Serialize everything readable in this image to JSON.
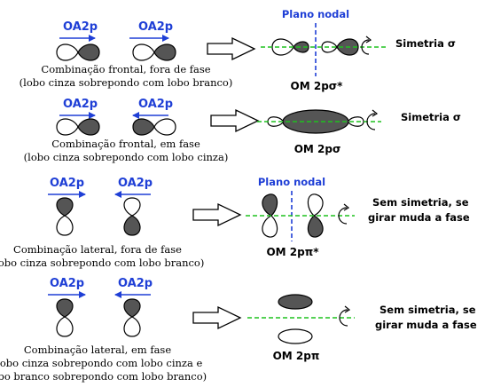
{
  "orbital_label": "OA2p",
  "colors": {
    "blue": "#1f3fd6",
    "green": "#1ec21e",
    "lobe_gray": "#555555",
    "lobe_white": "#ffffff",
    "stroke": "#000000"
  },
  "rows": [
    {
      "caption": [
        "Combinação frontal, fora de fase",
        "(lobo cinza sobrepondo com lobo branco)"
      ],
      "mo_label": "OM 2pσ*",
      "symmetry": [
        "Simetria σ"
      ],
      "nodal_plane": "Plano nodal"
    },
    {
      "caption": [
        "Combinação frontal, em fase",
        "(lobo cinza sobrepondo com lobo cinza)"
      ],
      "mo_label": "OM 2pσ",
      "symmetry": [
        "Simetria σ"
      ]
    },
    {
      "caption": [
        "Combinação lateral, fora de fase",
        "(lobo cinza sobrepondo com lobo branco)"
      ],
      "mo_label": "OM 2pπ*",
      "symmetry": [
        "Sem simetria, se",
        "girar muda a fase"
      ],
      "nodal_plane": "Plano nodal"
    },
    {
      "caption": [
        "Combinação lateral, em fase",
        "(lobo cinza sobrepondo com lobo cinza e",
        "lobo branco sobrepondo com lobo branco)"
      ],
      "mo_label": "OM 2pπ",
      "symmetry": [
        "Sem simetria, se",
        "girar muda a fase"
      ]
    }
  ]
}
